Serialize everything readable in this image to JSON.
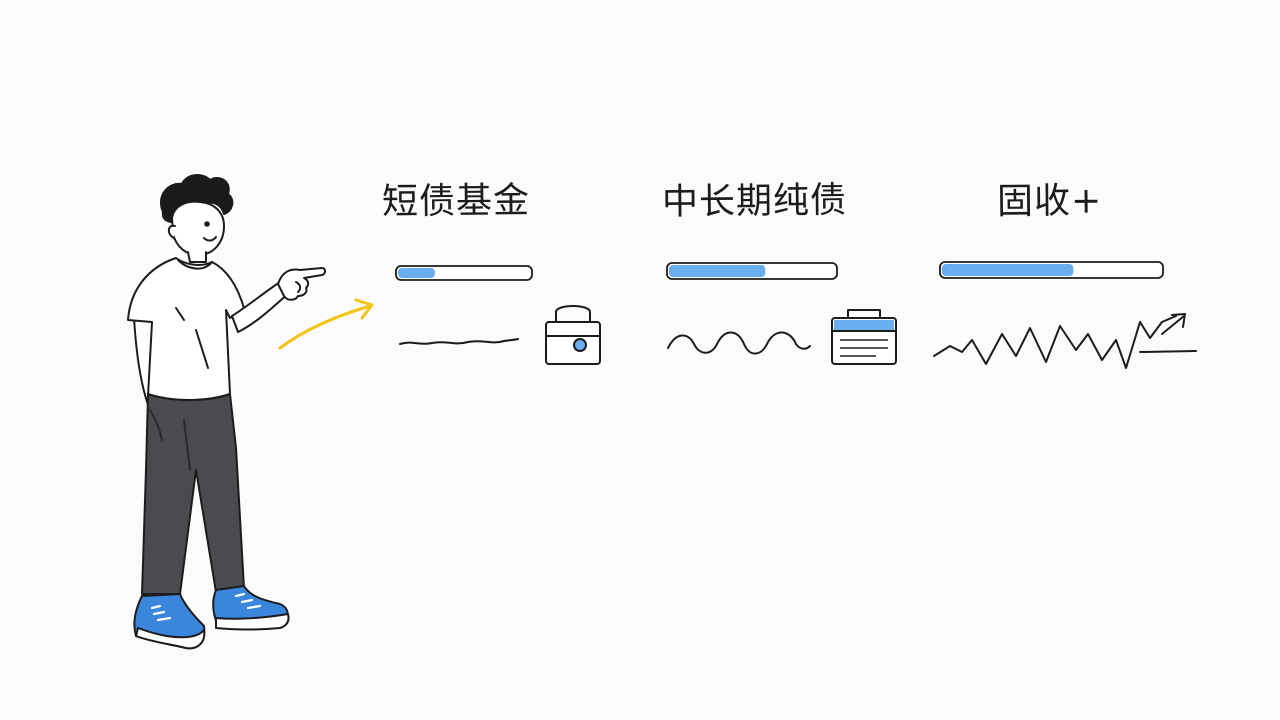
{
  "categories": [
    {
      "label": "短债基金",
      "risk_level": 0.28,
      "volatility": "low",
      "icon": "lock-bag-icon"
    },
    {
      "label": "中长期纯债",
      "risk_level": 0.58,
      "volatility": "medium",
      "icon": "briefcase-icon"
    },
    {
      "label": "固收+",
      "risk_level": 0.6,
      "volatility": "high",
      "icon": "trend-up-arrow-icon"
    }
  ],
  "colors": {
    "ink": "#1c1c1c",
    "blue_fill": "#6aaef0",
    "blue_shoe": "#3a86dd",
    "pants": "#4a4b4e",
    "arrow_yellow": "#f2c318",
    "background": "#fbfbfb"
  }
}
